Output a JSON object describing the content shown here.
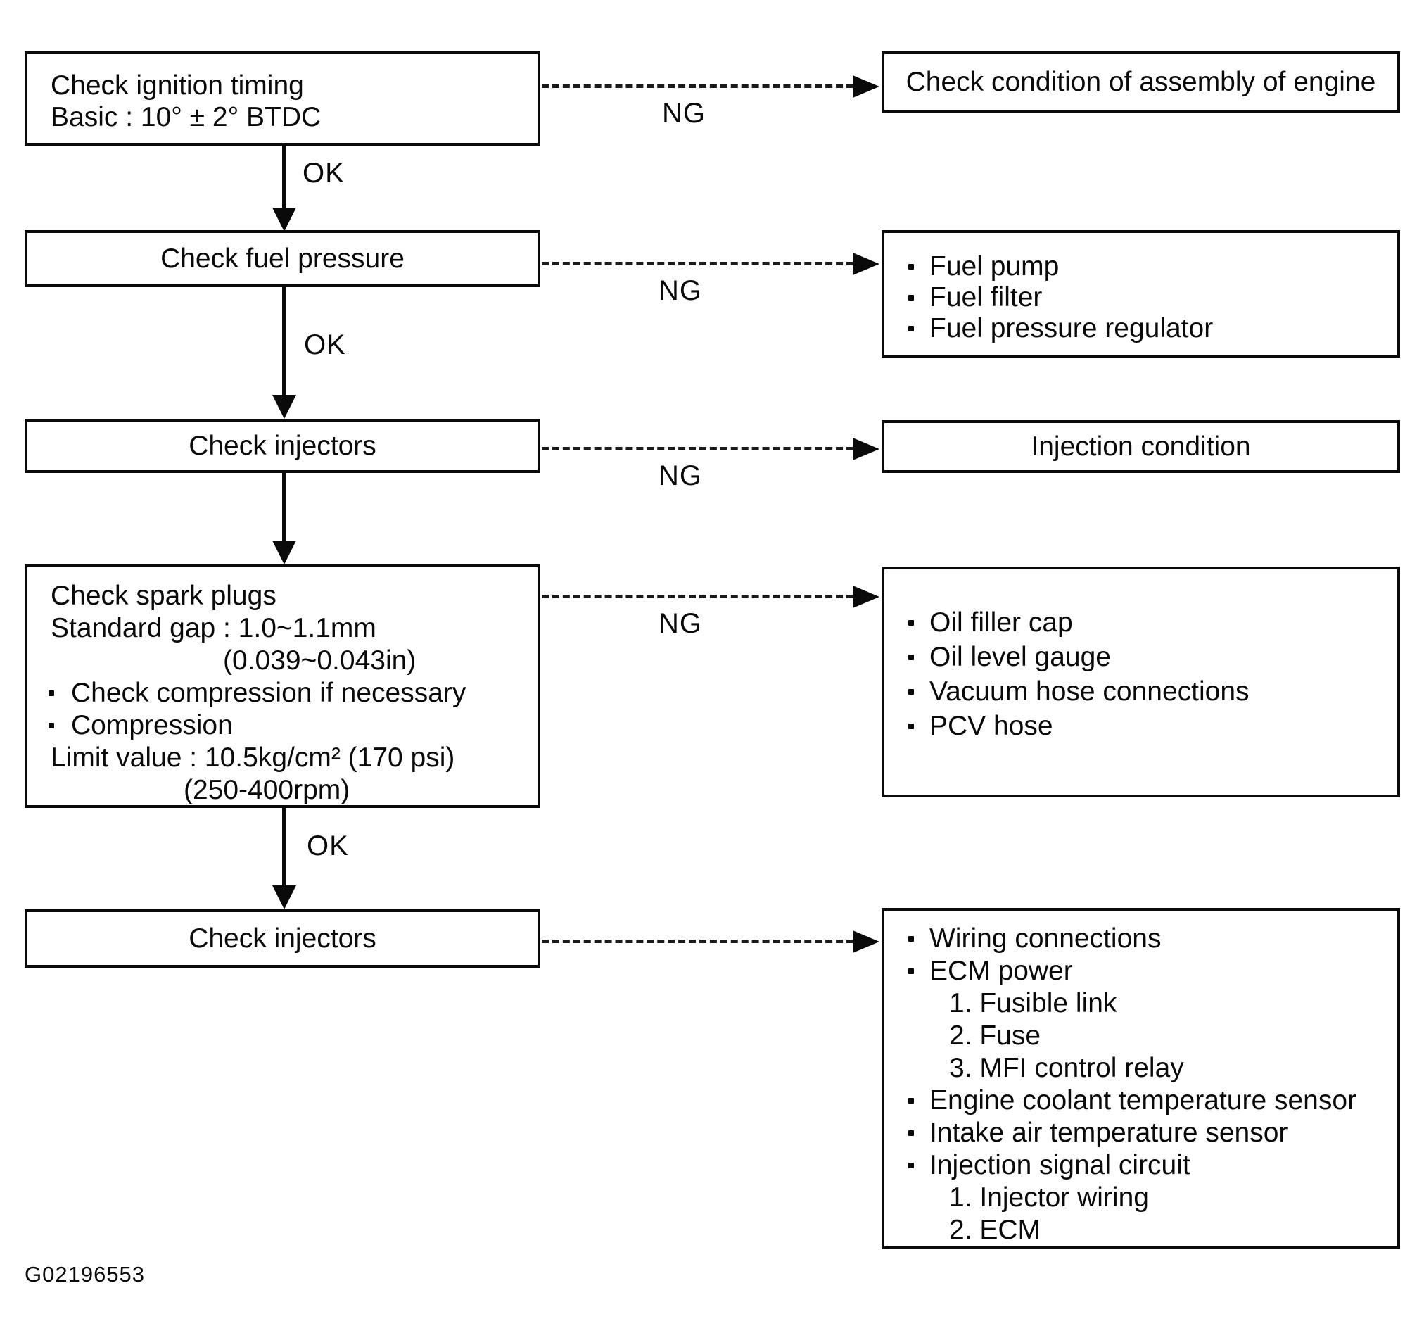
{
  "figure_id": "G02196553",
  "connectors": {
    "ok_label": "OK",
    "ng_label": "NG"
  },
  "colors": {
    "ink": "#0a0a0a",
    "background": "#ffffff"
  },
  "left_boxes": [
    {
      "name": "check-ignition-timing",
      "lines": [
        "Check ignition timing",
        "Basic : 10° ± 2° BTDC"
      ]
    },
    {
      "name": "check-fuel-pressure",
      "lines": [
        "Check fuel pressure"
      ]
    },
    {
      "name": "check-injectors",
      "lines": [
        "Check injectors"
      ]
    },
    {
      "name": "check-spark-plugs",
      "lines": [
        "Check spark plugs",
        "Standard gap : 1.0~1.1mm",
        "(0.039~0.043in)",
        "Check compression if necessary",
        "Compression",
        "Limit value : 10.5kg/cm² (170 psi)",
        "(250-400rpm)"
      ]
    },
    {
      "name": "check-injectors-2",
      "lines": [
        "Check injectors"
      ]
    }
  ],
  "right_boxes": [
    {
      "name": "check-condition-of-assembly",
      "lines": [
        "Check condition of assembly of engine"
      ]
    },
    {
      "name": "fuel-system-items",
      "items": [
        "Fuel pump",
        "Fuel filter",
        "Fuel pressure regulator"
      ]
    },
    {
      "name": "injection-condition",
      "lines": [
        "Injection condition"
      ]
    },
    {
      "name": "oil-and-vacuum-items",
      "items": [
        "Oil filler cap",
        "Oil level gauge",
        "Vacuum hose connections",
        "PCV hose"
      ]
    },
    {
      "name": "electrical-items",
      "items": [
        "Wiring connections",
        "ECM power",
        "1. Fusible link",
        "2. Fuse",
        "3. MFI control relay",
        "Engine coolant temperature sensor",
        "Intake air temperature sensor",
        "Injection signal circuit",
        "1. Injector wiring",
        "2. ECM"
      ]
    }
  ]
}
